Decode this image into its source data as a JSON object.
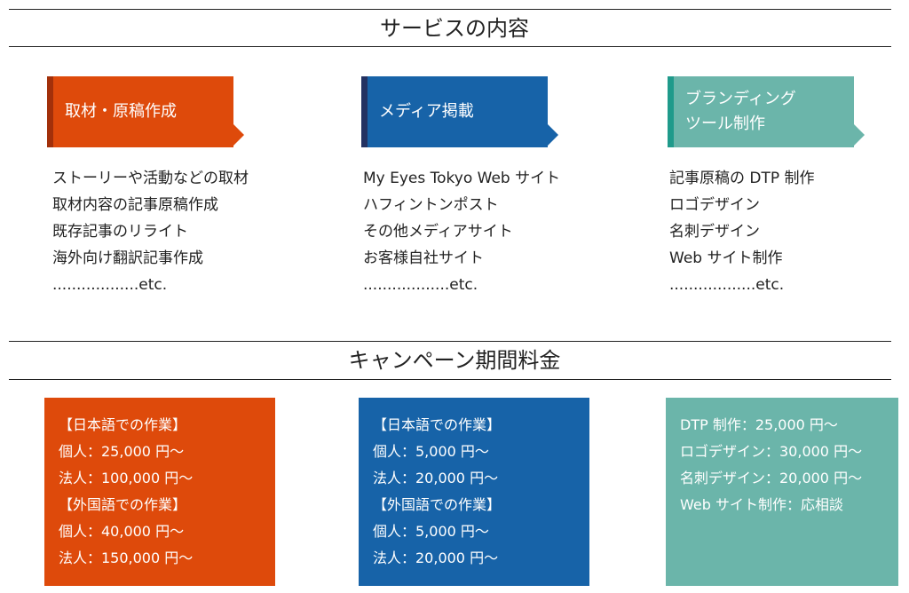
{
  "services": {
    "title": "サービスの内容",
    "columns": [
      {
        "tag_lines": [
          "取材・原稿作成"
        ],
        "items": [
          "ストーリーや活動などの取材",
          "取材内容の記事原稿作成",
          "既存記事のリライト",
          "海外向け翻訳記事作成",
          "..................etc."
        ]
      },
      {
        "tag_lines": [
          "メディア掲載"
        ],
        "items": [
          "My Eyes Tokyo Web サイト",
          "ハフィントンポスト",
          "その他メディアサイト",
          "お客様自社サイト",
          "..................etc."
        ]
      },
      {
        "tag_lines": [
          "ブランディング",
          "ツール制作"
        ],
        "items": [
          "記事原稿の DTP 制作",
          "ロゴデザイン",
          "名刺デザイン",
          "Web サイト制作",
          "..................etc."
        ]
      }
    ]
  },
  "pricing": {
    "title": "キャンペーン期間料金",
    "boxes": [
      {
        "lines": [
          "【日本語での作業】",
          "個人：25,000 円〜",
          "法人：100,000 円〜",
          "【外国語での作業】",
          "個人：40,000 円〜",
          "法人：150,000 円〜"
        ]
      },
      {
        "lines": [
          "【日本語での作業】",
          "個人：5,000 円〜",
          "法人：20,000 円〜",
          "【外国語での作業】",
          "個人：5,000 円〜",
          "法人：20,000 円〜"
        ]
      },
      {
        "lines": [
          "DTP 制作：25,000 円〜",
          "ロゴデザイン：30,000 円〜",
          "名刺デザイン：20,000 円〜",
          "Web サイト制作：応相談"
        ]
      }
    ]
  },
  "colors": {
    "orange": "#de4a0b",
    "orange_edge": "#a2300a",
    "blue": "#1763a8",
    "blue_edge": "#233262",
    "teal": "#6bb5aa",
    "teal_edge": "#1f9a8b"
  }
}
